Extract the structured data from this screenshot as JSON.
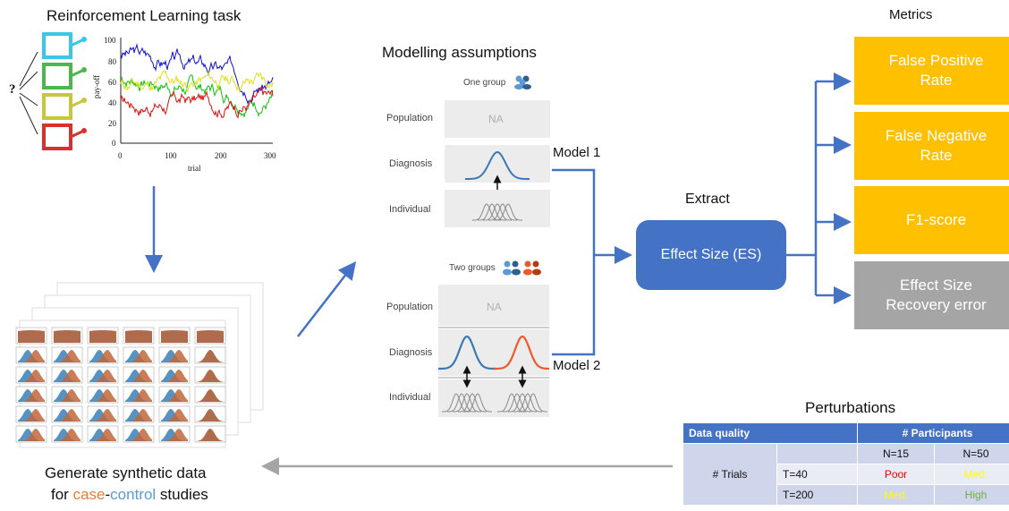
{
  "rl_task": {
    "title": "Reinforcement Learning task",
    "question_mark": "?",
    "plot": {
      "ylabel": "pay-off",
      "xlabel": "trial",
      "yticks": [
        "0",
        "20",
        "40",
        "60",
        "80",
        "100"
      ],
      "xticks": [
        "0",
        "100",
        "200",
        "300"
      ]
    }
  },
  "synthetic": {
    "line1": "Generate synthetic data",
    "line2_prefix": "for ",
    "line2_case": "case",
    "line2_dash": "-",
    "line2_control": "control",
    "line2_suffix": " studies",
    "case_color": "#ed7d31",
    "control_color": "#5b9bd5"
  },
  "modelling": {
    "title": "Modelling assumptions",
    "one_group_label": "One group",
    "two_groups_label": "Two groups",
    "levels": [
      "Population",
      "Diagnosis",
      "Individual"
    ],
    "na": "NA",
    "model1": "Model 1",
    "model2": "Model 2"
  },
  "extract": {
    "title": "Extract",
    "box_label": "Effect Size (ES)",
    "box_color": "#4472c4"
  },
  "metrics": {
    "title": "Metrics",
    "items": [
      {
        "lines": [
          "False Positive",
          "Rate"
        ],
        "color": "#ffc000"
      },
      {
        "lines": [
          "False Negative",
          "Rate"
        ],
        "color": "#ffc000"
      },
      {
        "lines": [
          "F1-score"
        ],
        "color": "#ffc000"
      },
      {
        "lines": [
          "Effect Size",
          "Recovery error"
        ],
        "color": "#a5a5a5"
      }
    ]
  },
  "perturbations": {
    "title": "Perturbations",
    "header_left": "Data quality",
    "header_right": "# Participants",
    "trials_label": "# Trials",
    "n15": "N=15",
    "n50": "N=50",
    "rows": [
      {
        "t": "T=40",
        "a": "Poor",
        "a_color": "#ff0000",
        "b": "Med.",
        "b_color": "#ffff00"
      },
      {
        "t": "T=200",
        "a": "Med.",
        "a_color": "#ffff00",
        "b": "High",
        "b_color": "#70ad47"
      }
    ]
  }
}
